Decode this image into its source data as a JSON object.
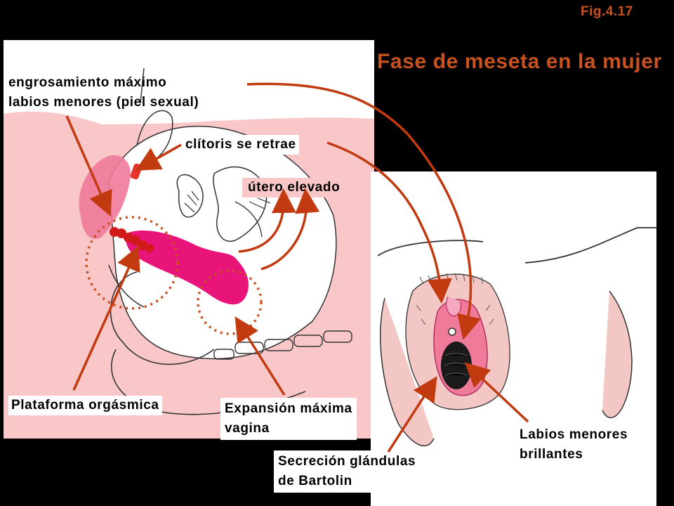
{
  "figure": {
    "label": "Fig.4.17",
    "title": "Fase de meseta en la mujer"
  },
  "labels": {
    "engrosamiento_line1": "engrosamiento máximo",
    "engrosamiento_line2": "labios menores (piel sexual)",
    "clitoris": "clítoris se retrae",
    "utero": "útero elevado",
    "plataforma": "Plataforma orgásmica",
    "expansion_line1": "Expansión máxima",
    "expansion_line2": "vagina",
    "secrecion_line1": "Secreción glándulas",
    "secrecion_line2": "de Bartolin",
    "labios_line1": "Labios menores",
    "labios_line2": "brillantes"
  },
  "colors": {
    "background": "#000000",
    "accent_title": "#c8521f",
    "arrow": "#c23a10",
    "skin": "#f9c7c8",
    "vagina_magenta": "#e8147a",
    "labia_pink": "#ef7a9a"
  }
}
